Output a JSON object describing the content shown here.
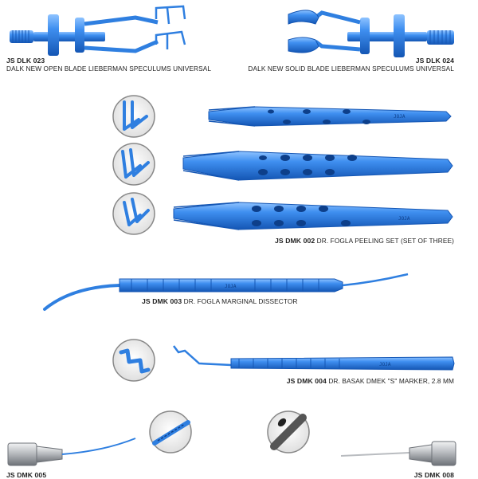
{
  "products": [
    {
      "code": "JS DLK 023",
      "name": "DALK NEW OPEN BLADE LIEBERMAN SPECULUMS UNIVERSAL"
    },
    {
      "code": "JS DLK 024",
      "name": "DALK NEW SOLID BLADE LIEBERMAN SPECULUMS UNIVERSAL"
    },
    {
      "code": "JS DMK 002",
      "name": "DR. FOGLA PEELING SET (SET OF THREE)"
    },
    {
      "code": "JS DMK 003",
      "name": "DR. FOGLA MARGINAL DISSECTOR"
    },
    {
      "code": "JS DMK 004",
      "name": "DR. BASAK DMEK \"S\" MARKER, 2.8 MM"
    },
    {
      "code": "JS DMK 005",
      "name": ""
    },
    {
      "code": "JS DMK 008",
      "name": ""
    }
  ],
  "engraving": "JOJA",
  "colors": {
    "instrument_blue": "#2f7fe0",
    "instrument_dark": "#1658b8",
    "steel": "#b9bcc0",
    "text": "#222222"
  },
  "icons": [
    "speculum-open-blade-icon",
    "speculum-solid-blade-icon",
    "forceps-tip-detail-icon",
    "dissector-icon",
    "s-marker-tip-detail-icon",
    "cannula-tip-detail-icon"
  ]
}
